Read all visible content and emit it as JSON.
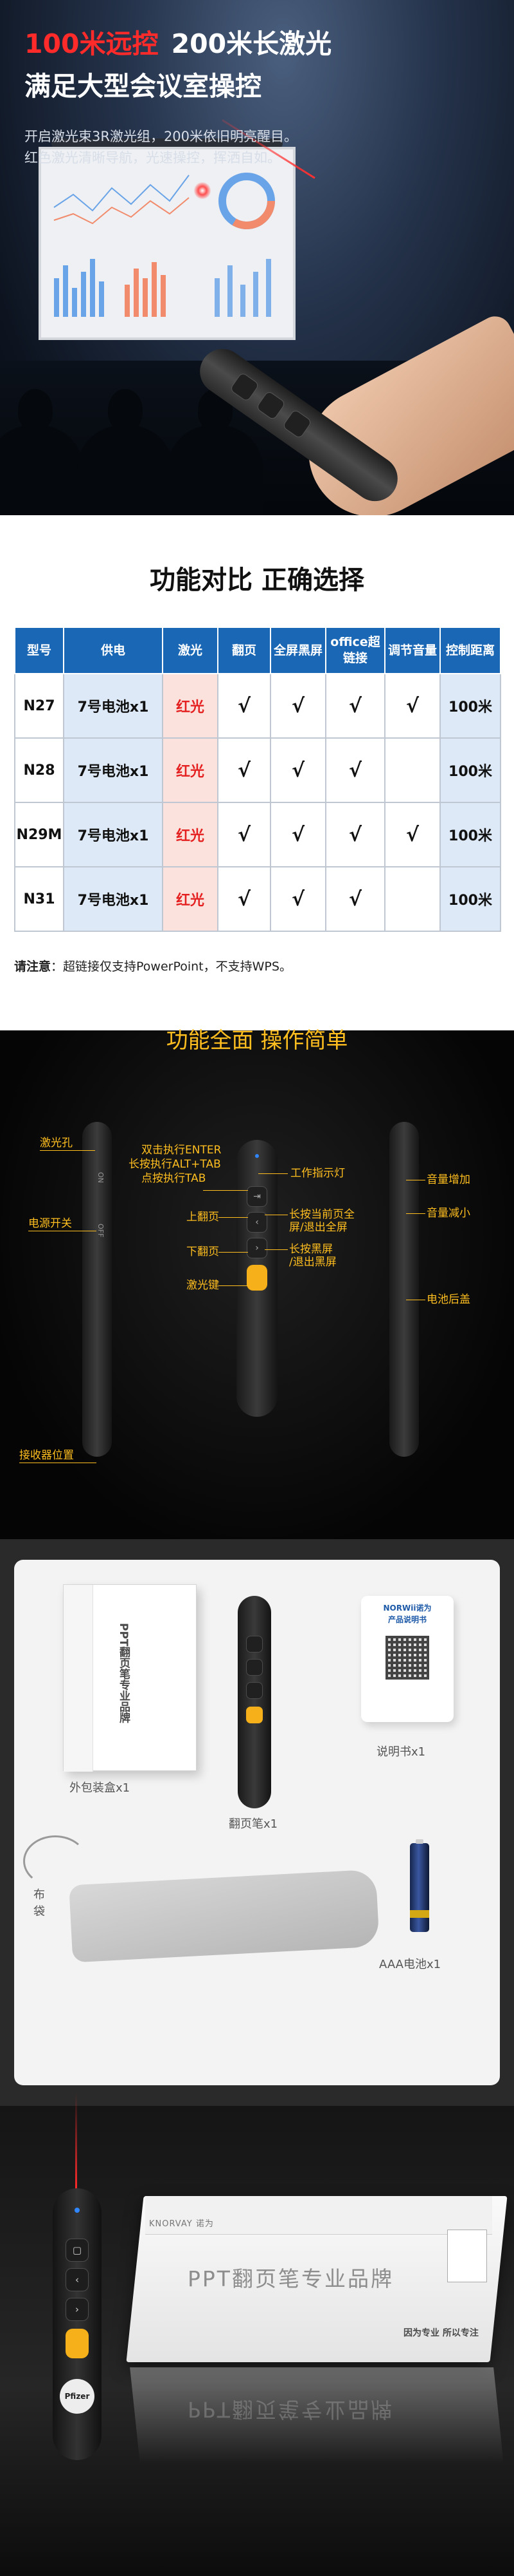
{
  "hero": {
    "title_red": "100米远控",
    "title_white": "200米长激光",
    "title_line2": "满足大型会议室操控",
    "subtitle_line1": "开启激光束3R激光组，200米依旧明亮醒目。",
    "subtitle_line2": "红色激光清晰导航，光速操控，挥洒自如。"
  },
  "comparison": {
    "title": "功能对比  正确选择",
    "headers": [
      "型号",
      "供电",
      "激光",
      "翻页",
      "全屏黑屏",
      "office超链接",
      "调节音量",
      "控制距离"
    ],
    "rows": [
      {
        "model": "N27",
        "power": "7号电池x1",
        "laser": "红光",
        "page": "√",
        "fullscreen": "√",
        "office": "√",
        "volume": "√",
        "distance": "100米"
      },
      {
        "model": "N28",
        "power": "7号电池x1",
        "laser": "红光",
        "page": "√",
        "fullscreen": "√",
        "office": "√",
        "volume": "",
        "distance": "100米"
      },
      {
        "model": "N29M",
        "power": "7号电池x1",
        "laser": "红光",
        "page": "√",
        "fullscreen": "√",
        "office": "√",
        "volume": "√",
        "distance": "100米"
      },
      {
        "model": "N31",
        "power": "7号电池x1",
        "laser": "红光",
        "page": "√",
        "fullscreen": "√",
        "office": "√",
        "volume": "",
        "distance": "100米"
      }
    ],
    "note_label": "请注意",
    "note_text": "：超链接仅支持PowerPoint，不支持WPS。"
  },
  "features": {
    "title": "功能全面  操作简单",
    "labels": {
      "laser_hole": "激光孔",
      "power_switch": "电源开关",
      "receiver": "接收器位置",
      "double_click": "双击执行ENTER",
      "long_press_tab": "长按执行ALT+TAB",
      "click_tab": "点按执行TAB",
      "indicator": "工作指示灯",
      "page_up": "上翻页",
      "page_down": "下翻页",
      "laser_key": "激光键",
      "fullscreen": "长按当前页全屏/退出全屏",
      "blackscreen": "长按黑屏/退出黑屏",
      "vol_up": "音量增加",
      "vol_down": "音量减小",
      "battery_cover": "电池后盖"
    },
    "fullscreen_line1": "长按当前页全",
    "fullscreen_line2": "屏/退出全屏",
    "blackscreen_line1": "长按黑屏",
    "blackscreen_line2": "/退出黑屏"
  },
  "package": {
    "box_label": "外包装盒x1",
    "pen_label": "翻页笔x1",
    "manual_label": "说明书x1",
    "bag_label": "布袋",
    "battery_label": "AAA电池x1",
    "box_text": "PPT翻页笔专业品牌",
    "manual_header": "产品说明书",
    "manual_brand": "NORWii诺为"
  },
  "product": {
    "box_title": "PPT翻页笔专业品牌",
    "box_brand": "KNORVAY 诺为",
    "box_slogan": "因为专业 所以专注"
  },
  "colors": {
    "accent_red": "#ff2a2a",
    "table_header": "#1a67b5",
    "feature_yellow": "#ffbe1f"
  }
}
